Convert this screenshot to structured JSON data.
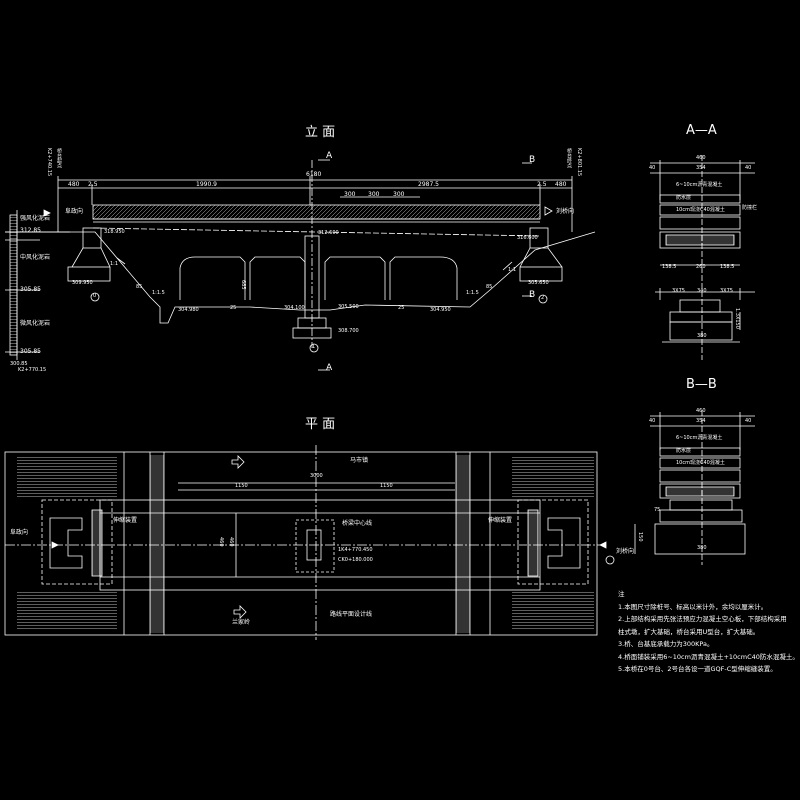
{
  "titles": {
    "elevation": "立 面",
    "plan": "平 面",
    "section_aa": "A—A",
    "section_bb": "B—B"
  },
  "section_marks": {
    "a_top": "A",
    "a_bottom": "A",
    "b_top": "B",
    "b_mid": "B"
  },
  "elevation": {
    "dims": {
      "total": "6180",
      "left": "480",
      "left_small": "2.5",
      "mid_left": "1990.9",
      "mid_right": "2987.5",
      "right_small": "2.5",
      "right": "480",
      "span_a": "300",
      "span_b": "300",
      "span_c": "300"
    },
    "labels": {
      "left_direction": "阜政向",
      "right_direction": "刘桥向",
      "layer1": "强风化泥岩",
      "layer1_elev": "312.85",
      "layer2": "中风化泥岩",
      "layer2_elev": "305.85",
      "layer3": "微风化泥岩",
      "layer3_elev": "305.85",
      "bottom_elev": "300.85",
      "station": "K2+770.15",
      "left_top_station": "K2+740.15",
      "right_top_station": "K2+801.15",
      "left_top_note": "桥台起点",
      "right_top_note": "桥台终点"
    },
    "elevs": {
      "deck_left": "318.950",
      "deck_mid": "312.600",
      "deck_right": "316.600",
      "pier_left": "309.950",
      "pier_right": "305.650",
      "footing": "308.700",
      "ground_left": "304.980",
      "ground_mid_left": "304.100",
      "ground_mid_right": "305.500",
      "ground_right": "304.950",
      "pier_height": "685",
      "small_left": "25",
      "small_right": "25"
    },
    "slopes": {
      "s1": "1:1",
      "s2": "1:1",
      "s3": "1:1.5",
      "s4": "1:1.5",
      "s5": "85",
      "s6": "85"
    },
    "circles": {
      "c0": "0",
      "c1": "1",
      "c2": "2"
    }
  },
  "plan": {
    "labels": {
      "top_direction": "马市镇",
      "bottom_direction": "兰家岭",
      "left_direction": "阜政向",
      "right_direction": "刘桥向",
      "left_joint": "伸缩装置",
      "right_joint": "伸缩装置",
      "centerline": "桥梁中心线",
      "route_line": "路线平面设计线",
      "station1": "1K4+770.450",
      "station2": "CK0+180.000"
    },
    "dims": {
      "total": "3000",
      "left": "1150",
      "right": "1150",
      "width": "460",
      "width2": "460"
    }
  },
  "section_aa": {
    "dims": {
      "top": "460",
      "inner": "354",
      "left": "40",
      "right": "40",
      "bot1": "138.5",
      "bot2": "260",
      "bot3": "138.5",
      "pier_l": "3X75",
      "pier_m": "340",
      "pier_r": "3X75",
      "base": "380",
      "height": "1.3X150"
    },
    "labels": {
      "asphalt": "6~10cm沥青混凝土",
      "waterproof": "防水层",
      "concrete": "10cm现浇C40混凝土",
      "rail": "防撞栏"
    }
  },
  "section_bb": {
    "dims": {
      "top": "460",
      "inner": "354",
      "left": "40",
      "right": "40",
      "pier_l": "75",
      "base": "380",
      "height": "150"
    },
    "labels": {
      "asphalt": "6~10cm沥青混凝土",
      "waterproof": "防水层",
      "concrete": "10cm现浇C40混凝土"
    }
  },
  "notes": {
    "heading": "注",
    "items": [
      "1.本图尺寸除桩号、标高以米计外，余均以厘米计。",
      "2.上部结构采用先张法预应力混凝土空心板，下部结构采用",
      "  柱式墩，扩大基础，桥台采用U型台，扩大基础。",
      "3.桥、台基底承载力为300KPa。",
      "4.桥面铺装采用6~10cm沥青混凝土+10cmC40防水混凝土。",
      "5.本桥在0号台、2号台各设一道GQF-C型伸缩缝装置。"
    ]
  }
}
